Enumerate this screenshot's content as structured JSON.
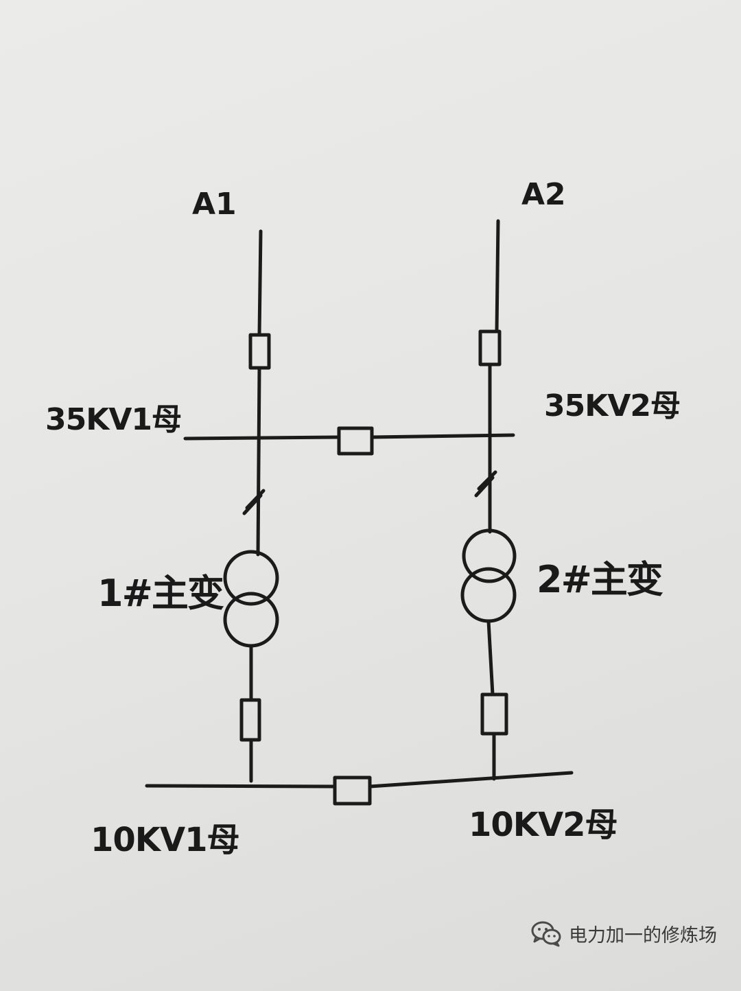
{
  "labels": {
    "feeder_a1": "A1",
    "feeder_a2": "A2",
    "bus_35kv_1": "35KV1母",
    "bus_35kv_2": "35KV2母",
    "transformer_1": "1#主变",
    "transformer_2": "2#主变",
    "bus_10kv_1": "10KV1母",
    "bus_10kv_2": "10KV2母"
  },
  "watermark": {
    "text": "电力加一的修炼场",
    "icon": "wechat-icon"
  },
  "colors": {
    "paper": "#e7e7e5",
    "ink": "#1b1b1b"
  }
}
